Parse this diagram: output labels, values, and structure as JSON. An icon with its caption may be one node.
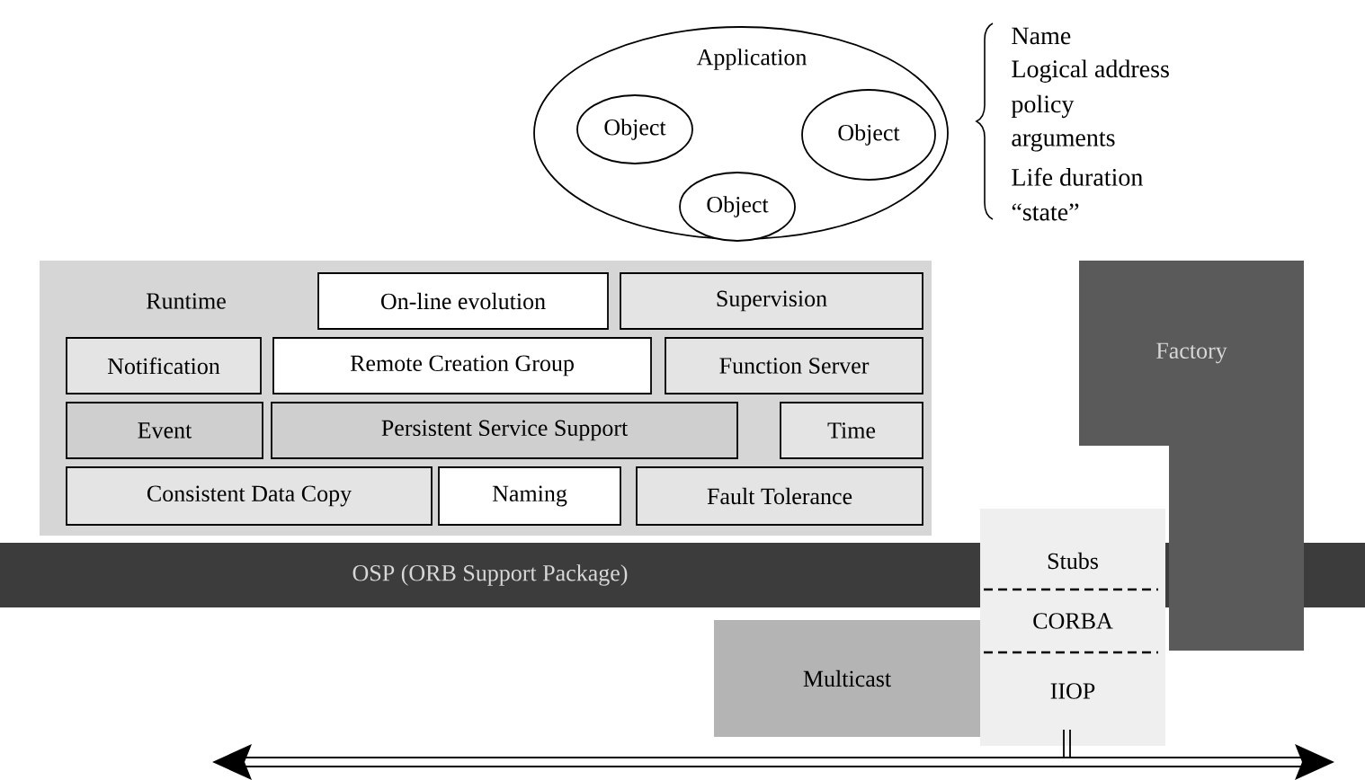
{
  "diagram": {
    "nodes": [
      {
        "text": [
          "Application"
        ]
      },
      {
        "text": [
          "Object"
        ],
        "in": 0
      },
      {
        "text": [
          "Object"
        ],
        "in": 0,
        "beside": [
          "Name",
          "Logical address",
          "policy",
          "arguments",
          "Life duration",
          "“state”"
        ]
      },
      {
        "text": [
          "Object"
        ],
        "in": 0
      },
      {
        "text": [
          "Runtime"
        ]
      },
      {
        "text": [
          "On-line evolution"
        ]
      },
      {
        "text": [
          "Supervision"
        ]
      },
      {
        "text": [
          "Notification"
        ]
      },
      {
        "text": [
          "Remote Creation Group"
        ]
      },
      {
        "text": [
          "Function Server"
        ]
      },
      {
        "text": [
          "Event"
        ]
      },
      {
        "text": [
          "Persistent Service Support"
        ]
      },
      {
        "text": [
          "Time"
        ]
      },
      {
        "text": [
          "Consistent Data Copy"
        ]
      },
      {
        "text": [
          "Naming"
        ]
      },
      {
        "text": [
          "Fault Tolerance"
        ]
      },
      {
        "text": [
          "OSP (ORB Support Package)"
        ]
      },
      {
        "text": [
          "Stubs"
        ]
      },
      {
        "text": [
          "CORBA"
        ]
      },
      {
        "text": [
          "IIOP"
        ]
      },
      {
        "text": [
          "Multicast"
        ]
      },
      {
        "text": [
          "Factory"
        ]
      }
    ]
  }
}
